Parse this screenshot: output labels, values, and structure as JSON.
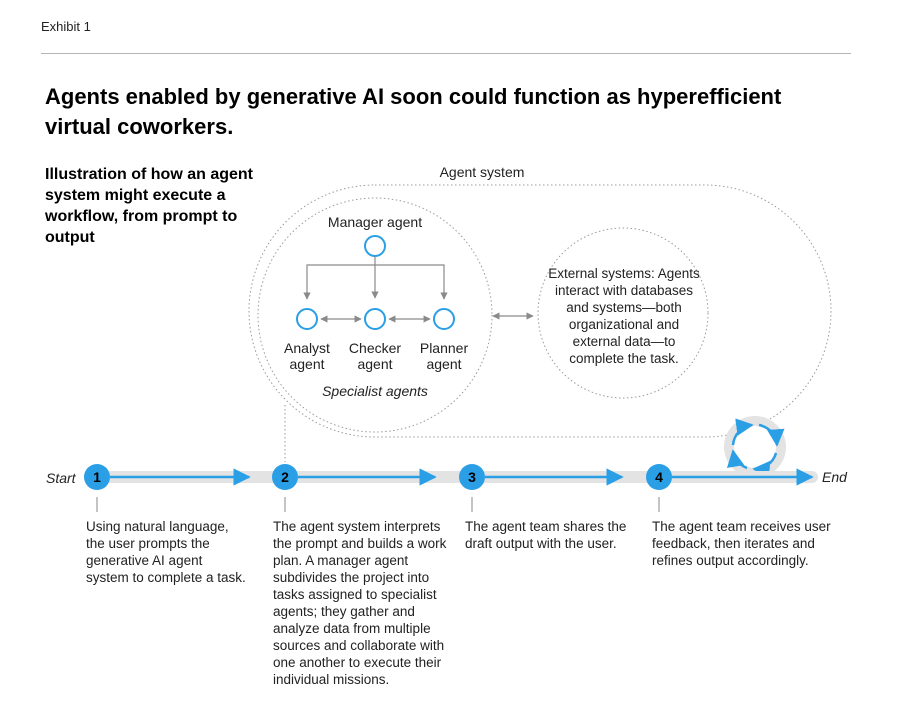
{
  "exhibit_label": "Exhibit 1",
  "headline": "Agents enabled by generative AI soon could function as hyperefficient virtual coworkers.",
  "subhead": "Illustration of how an agent system might execute a workflow, from prompt to output",
  "agent_system": {
    "title": "Agent system",
    "manager_label": "Manager agent",
    "specialists": [
      "Analyst agent",
      "Checker agent",
      "Planner agent"
    ],
    "specialists_caption": "Specialist agents",
    "external_systems": "External systems: Agents interact with databases and systems—both organizational and external data—to complete the task."
  },
  "timeline": {
    "start_label": "Start",
    "end_label": "End",
    "steps": [
      {
        "number": "1",
        "text": "Using natural language, the user prompts the generative AI agent system to complete a task."
      },
      {
        "number": "2",
        "text": "The agent system interprets the prompt and builds a work plan. A manager agent subdivides the project into tasks assigned to specialist agents; they gather and analyze data from multiple sources and collaborate with one another to execute their individual missions."
      },
      {
        "number": "3",
        "text": "The agent team shares the draft output with the user."
      },
      {
        "number": "4",
        "text": "The agent team receives user feedback, then iterates and refines output accordingly."
      }
    ]
  },
  "colors": {
    "accent": "#2b9fe6",
    "arrow_gray": "#8a8a8a",
    "track": "#e3e3e3"
  }
}
